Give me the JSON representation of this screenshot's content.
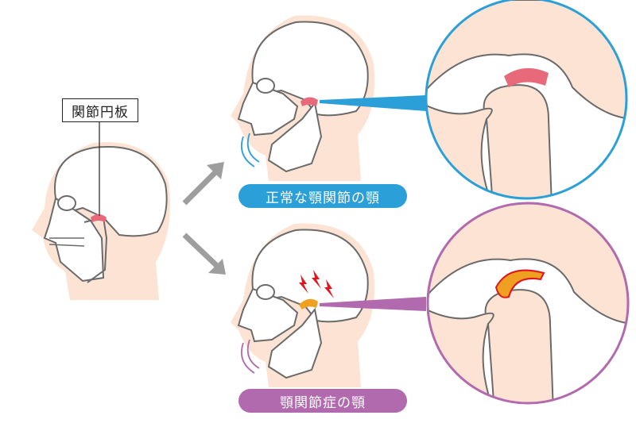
{
  "labels": {
    "disc": "関節円板",
    "normal": "正常な顎関節の顎",
    "disorder": "顎関節症の顎"
  },
  "colors": {
    "normal_accent": "#2a9fd8",
    "disorder_accent": "#b26aaf",
    "disc_normal": "#e86a7a",
    "disc_disorder": "#f0a020",
    "skin": "#fce3d3",
    "bone": "#ffffff",
    "outline": "#6b6b6b",
    "pain": "#e0161e",
    "arrow": "#9e9e9e"
  }
}
